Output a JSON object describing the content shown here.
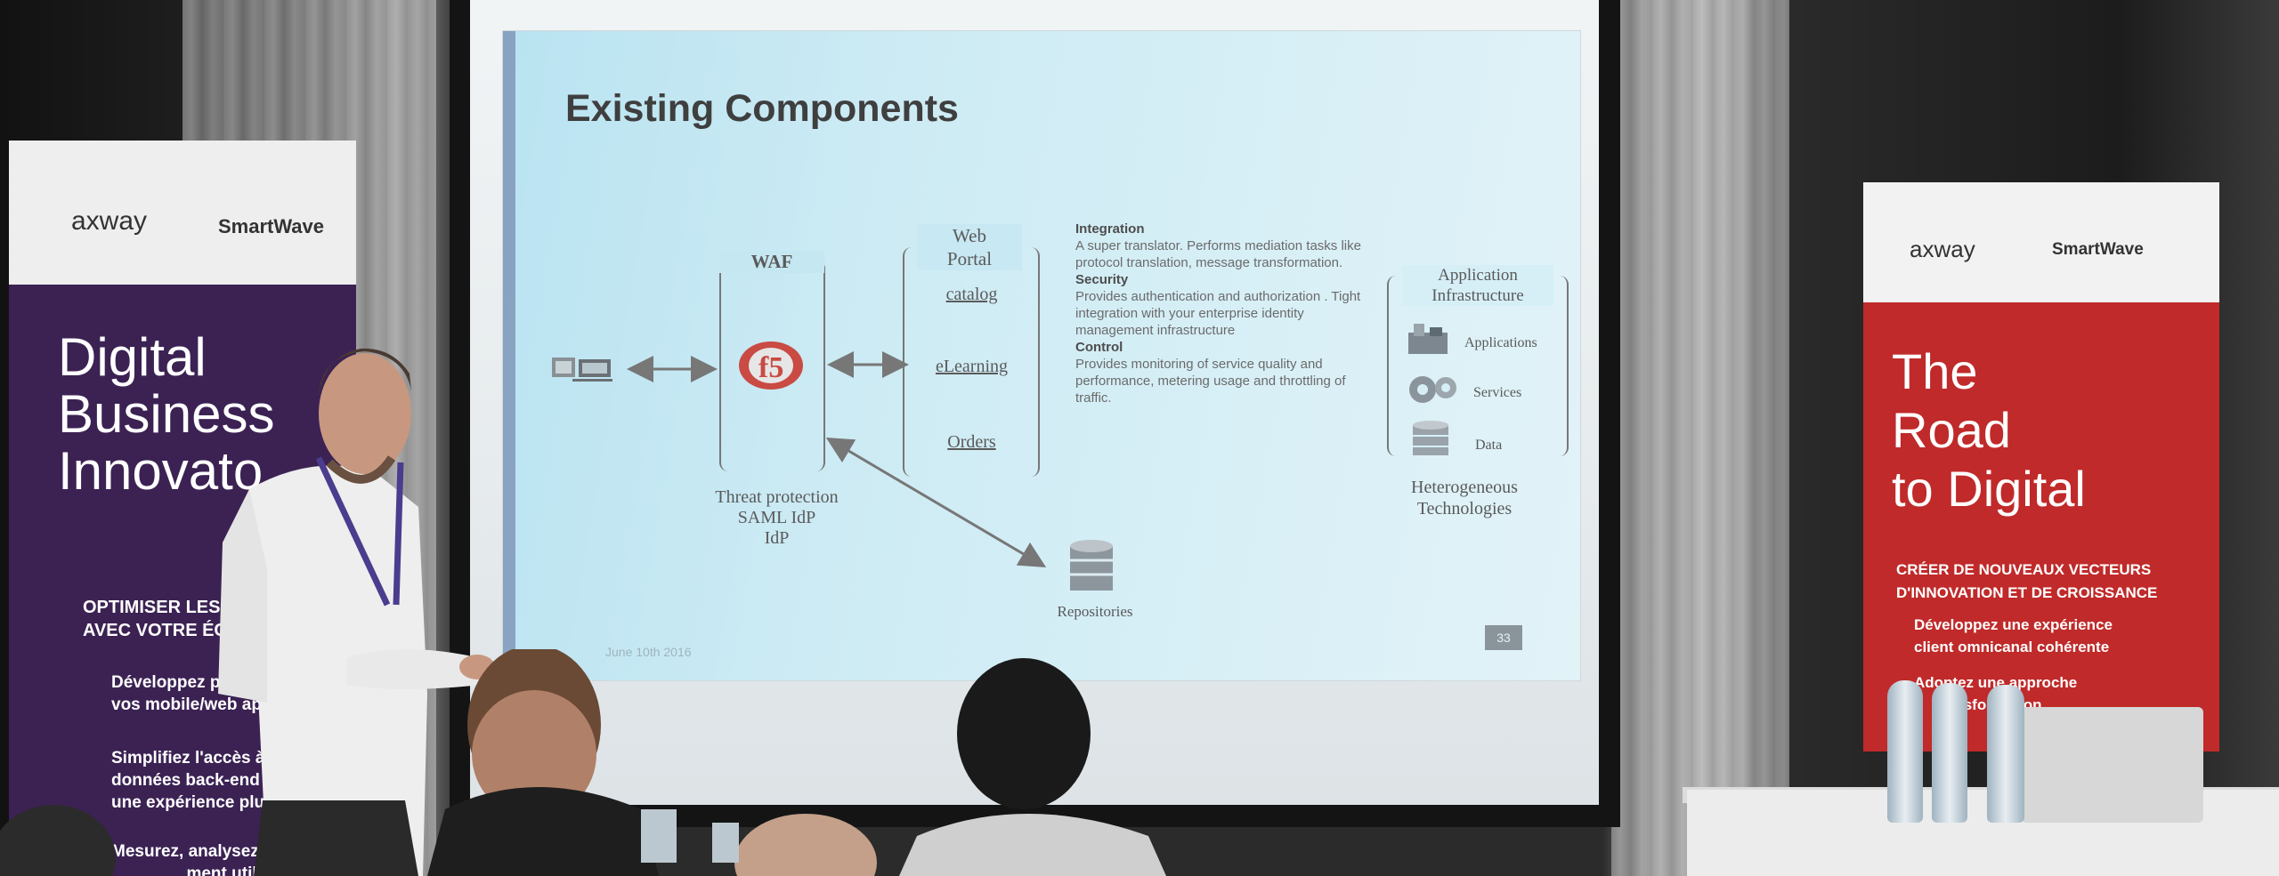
{
  "slide": {
    "title": "Existing Components",
    "waf": "WAF",
    "web_portal": "Web\nPortal",
    "catalog": "catalog",
    "elearning": "eLearning",
    "orders": "Orders",
    "threat": "Threat protection\nSAML IdP\nIdP",
    "repositories": "Repositories",
    "app_infra": "Application\nInfrastructure",
    "applications": "Applications",
    "services": "Services",
    "data": "Data",
    "heterogeneous": "Heterogeneous\nTechnologies",
    "integration_head": "Integration",
    "integration_text": "A super translator. Performs mediation tasks like protocol translation, message transformation.",
    "security_head": "Security",
    "security_text": "Provides authentication and authorization . Tight integration with your enterprise identity management infrastructure",
    "control_head": "Control",
    "control_text": "Provides monitoring of service quality and performance, metering usage and throttling of traffic.",
    "page_number": "33",
    "footer": "June 10th 2016"
  },
  "banner_left": {
    "brand1": "axway",
    "brand2": "SmartWave",
    "headline": "Digital\nBusiness\nInnovato",
    "subhead": "OPTIMISER LES INTE\nAVEC VOTRE ÉCOSYS",
    "bullets": [
      "Développez plus\nvos mobile/web ap",
      "Simplifiez l'accès à\ndonnées back-end p\nune expérience plu",
      "Mesurez, analysez\n                ment util"
    ]
  },
  "banner_right": {
    "brand1": "axway",
    "brand2": "SmartWave",
    "headline": "The\nRoad\nto Digital",
    "subhead": "CRÉER DE NOUVEAUX VECTEURS\nD'INNOVATION ET DE CROISSANCE",
    "bullets": [
      "Développez une expérience\nclient omnicanal cohérente",
      "Adoptez une approche\n     transformation"
    ]
  },
  "colors": {
    "slide_bg": "#cdebf4",
    "banner_left": "#3b2253",
    "banner_right": "#c02a2a"
  }
}
